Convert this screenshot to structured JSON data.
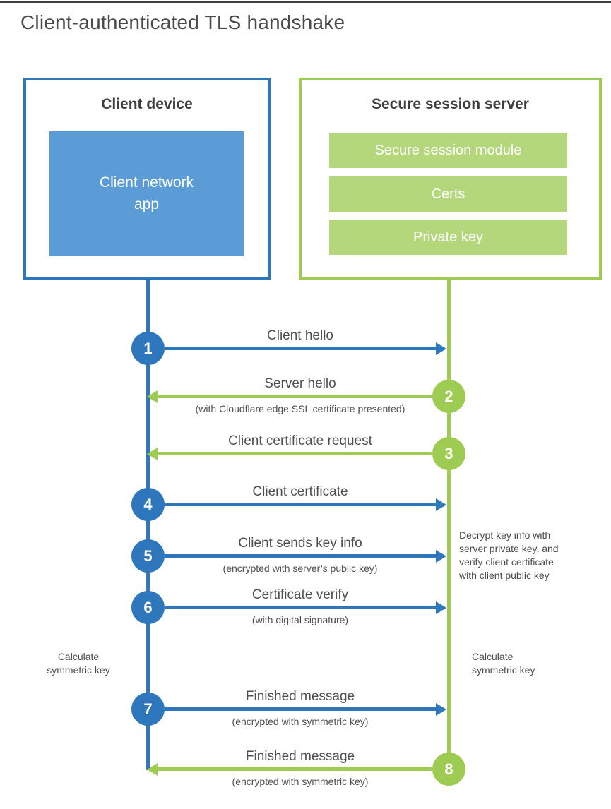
{
  "page": {
    "title": "Client-authenticated TLS handshake"
  },
  "colors": {
    "blue": "#2E77BD",
    "blue_light": "#5C9CD6",
    "green": "#9ECC52",
    "green_light": "#B4D77C",
    "title_gray": "#4A4A4A",
    "label_gray": "#4F4F4F",
    "dark": "#3E3E3E"
  },
  "client_box": {
    "title": "Client device",
    "module": "Client network\napp"
  },
  "server_box": {
    "title": "Secure session server",
    "modules": [
      "Secure session module",
      "Certs",
      "Private key"
    ]
  },
  "steps": [
    {
      "number": "1",
      "label": "Client hello",
      "sublabel": "",
      "direction": "client-to-server"
    },
    {
      "number": "2",
      "label": "Server hello",
      "sublabel": "(with Cloudflare edge SSL certificate presented)",
      "direction": "server-to-client"
    },
    {
      "number": "3",
      "label": "Client certificate request",
      "sublabel": "",
      "direction": "server-to-client"
    },
    {
      "number": "4",
      "label": "Client certificate",
      "sublabel": "",
      "direction": "client-to-server"
    },
    {
      "number": "5",
      "label": "Client sends key info",
      "sublabel": "(encrypted with server’s public key)",
      "direction": "client-to-server"
    },
    {
      "number": "6",
      "label": "Certificate verify",
      "sublabel": "(with digital signature)",
      "direction": "client-to-server"
    },
    {
      "number": "7",
      "label": "Finished message",
      "sublabel": "(encrypted with symmetric key)",
      "direction": "client-to-server"
    },
    {
      "number": "8",
      "label": "Finished message",
      "sublabel": "(encrypted with symmetric key)",
      "direction": "server-to-client"
    }
  ],
  "annotations": {
    "decrypt_note": "Decrypt key info with\nserver private key, and\nverify client certificate\nwith client public key",
    "calculate_left": "Calculate\nsymmetric key",
    "calculate_right": "Calculate\nsymmetric key"
  }
}
